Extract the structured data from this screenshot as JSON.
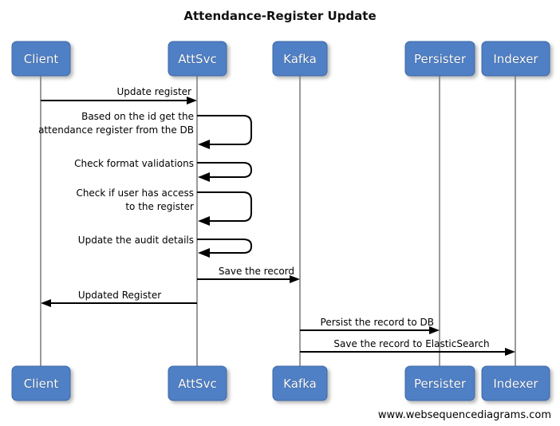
{
  "diagram": {
    "title": "Attendance-Register Update",
    "footer": "www.websequencediagrams.com",
    "colors": {
      "actor_fill": "#4f7fc4",
      "actor_stroke": "#3e6aa8",
      "actor_text": "#ffffff",
      "lifeline": "#9a9a9a",
      "message": "#000000",
      "background": "#ffffff"
    },
    "participants": [
      {
        "id": "client",
        "label": "Client"
      },
      {
        "id": "attsvc",
        "label": "AttSvc"
      },
      {
        "id": "kafka",
        "label": "Kafka"
      },
      {
        "id": "persister",
        "label": "Persister"
      },
      {
        "id": "indexer",
        "label": "Indexer"
      }
    ],
    "messages": [
      {
        "index": 1,
        "label": "Update register",
        "lines": [
          "Update register"
        ],
        "from": "client",
        "to": "attsvc",
        "kind": "call",
        "direction": "right"
      },
      {
        "index": 2,
        "label": "Based on the id get the attendance register from the DB",
        "lines": [
          "Based on the id get the",
          "attendance register from the DB"
        ],
        "from": "attsvc",
        "to": "attsvc",
        "kind": "self",
        "direction": "self"
      },
      {
        "index": 3,
        "label": "Check format validations",
        "lines": [
          "Check format validations"
        ],
        "from": "attsvc",
        "to": "attsvc",
        "kind": "self",
        "direction": "self"
      },
      {
        "index": 4,
        "label": "Check if user has access to the register",
        "lines": [
          "Check if user has access",
          "to the register"
        ],
        "from": "attsvc",
        "to": "attsvc",
        "kind": "self",
        "direction": "self"
      },
      {
        "index": 5,
        "label": "Update the audit details",
        "lines": [
          "Update the audit details"
        ],
        "from": "attsvc",
        "to": "attsvc",
        "kind": "self",
        "direction": "self"
      },
      {
        "index": 6,
        "label": "Save the record",
        "lines": [
          "Save the record"
        ],
        "from": "attsvc",
        "to": "kafka",
        "kind": "call",
        "direction": "right"
      },
      {
        "index": 7,
        "label": "Updated Register",
        "lines": [
          "Updated Register"
        ],
        "from": "attsvc",
        "to": "client",
        "kind": "return",
        "direction": "left"
      },
      {
        "index": 8,
        "label": "Persist the record to DB",
        "lines": [
          "Persist the record to DB"
        ],
        "from": "kafka",
        "to": "persister",
        "kind": "call",
        "direction": "right"
      },
      {
        "index": 9,
        "label": "Save the record to ElasticSearch",
        "lines": [
          "Save the record to ElasticSearch"
        ],
        "from": "kafka",
        "to": "indexer",
        "kind": "call",
        "direction": "right"
      }
    ]
  }
}
